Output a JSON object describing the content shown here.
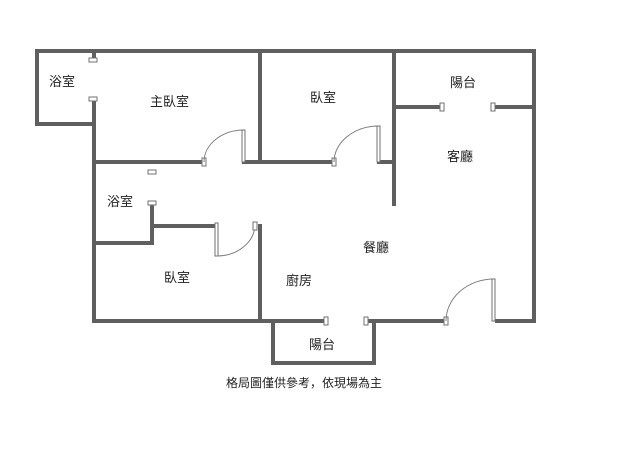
{
  "rooms": {
    "master_bath": "浴室",
    "master_bedroom": "主臥室",
    "bedroom_2": "臥室",
    "balcony_top": "陽台",
    "living_room": "客廳",
    "bath_2": "浴室",
    "dining_room": "餐廳",
    "bedroom_3": "臥室",
    "kitchen": "廚房",
    "balcony_bottom": "陽台"
  },
  "caption": "格局圖僅供參考，依現場為主",
  "colors": {
    "wall": "#5f5f5f",
    "background": "#ffffff"
  }
}
